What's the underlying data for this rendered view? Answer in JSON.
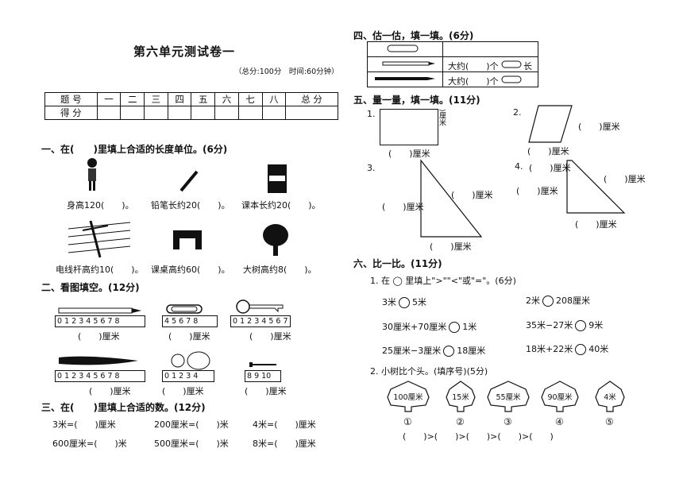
{
  "title": "第六单元测试卷一",
  "meta": "（总分:100分　时间:60分钟）",
  "score_table": {
    "row1": [
      "题 号",
      "一",
      "二",
      "三",
      "四",
      "五",
      "六",
      "七",
      "八",
      "总 分"
    ],
    "row2": [
      "得 分",
      "",
      "",
      "",
      "",
      "",
      "",
      "",
      "",
      ""
    ]
  },
  "s1": {
    "title": "一、在(　　)里填上合适的长度单位。(6分)",
    "items": [
      "身高120(　　)。",
      "铅笔长约20(　　)。",
      "课本长约20(　　)。",
      "电线杆高约10(　　)。",
      "课桌高约60(　　)。",
      "大树高约8(　　)。"
    ]
  },
  "s2": {
    "title": "二、看图填空。(12分)",
    "ruler1": "0 1 2 3 4 5 6 7 8",
    "ruler2": "4 5 6 7 8",
    "ruler3": "0 1 2 3 4 5 6 7",
    "ruler4": "0 1 2 3 4 5 6 7 8",
    "ruler5": "0 1 2 3 4",
    "ruler6": "8 9 10",
    "ans": "(　　)厘米"
  },
  "s3": {
    "title": "三、在(　　)里填上合适的数。(12分)",
    "row1": [
      "3米=(　　)厘米",
      "200厘米=(　　)米",
      "4米=(　　)厘米"
    ],
    "row2": [
      "600厘米=(　　)米",
      "500厘米=(　　)米",
      "8米=(　　)厘米"
    ]
  },
  "s4": {
    "title": "四、估一估，填一填。(6分)",
    "r1": "大约(　　)个",
    "r1_end": "长",
    "r2": "大约(　　)个"
  },
  "s5": {
    "title": "五、量一量，填一填。(11分)",
    "n1": "1.",
    "n2": "2.",
    "n3": "3.",
    "n4": "4.",
    "blank": "(　　)厘米",
    "blank_short": "(　　)厘米"
  },
  "s6": {
    "title": "六、比一比。(11分)",
    "q1": "1. 在 ◯ 里填上\">\"\"<\"或\"=\"。(6分)",
    "c": [
      [
        "3米",
        "5米"
      ],
      [
        "2米",
        "208厘米"
      ],
      [
        "30厘米+70厘米",
        "1米"
      ],
      [
        "35米−27米",
        "9米"
      ],
      [
        "25厘米−3厘米",
        "18厘米"
      ],
      [
        "18米+22米",
        "40米"
      ]
    ],
    "q2": "2. 小树比个头。(填序号)(5分)",
    "trees": [
      "100厘米",
      "15米",
      "55厘米",
      "90厘米",
      "4米"
    ],
    "nums": [
      "①",
      "②",
      "③",
      "④",
      "⑤"
    ],
    "order": "(　　)>(　　)>(　　)>(　　)>(　　)"
  }
}
